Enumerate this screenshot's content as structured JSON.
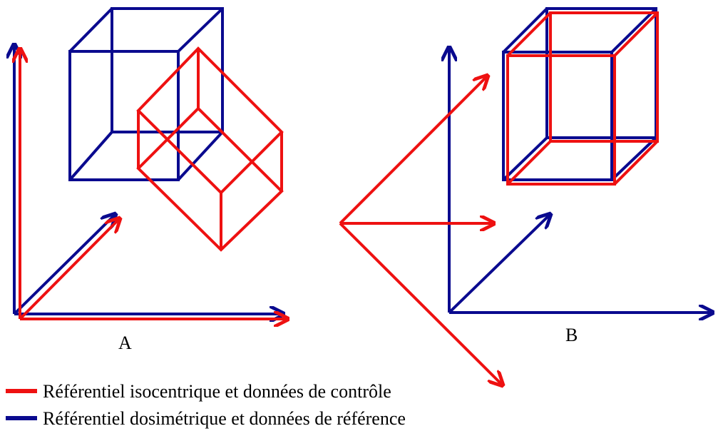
{
  "colors": {
    "control": "#ee1111",
    "reference": "#0a0a8f"
  },
  "panels": [
    {
      "label": "A"
    },
    {
      "label": "B"
    }
  ],
  "legend": {
    "items": [
      {
        "color_key": "control",
        "label": "Référentiel isocentrique et données de contrôle"
      },
      {
        "color_key": "reference",
        "label": "Référentiel dosimétrique et données de référence"
      }
    ]
  }
}
